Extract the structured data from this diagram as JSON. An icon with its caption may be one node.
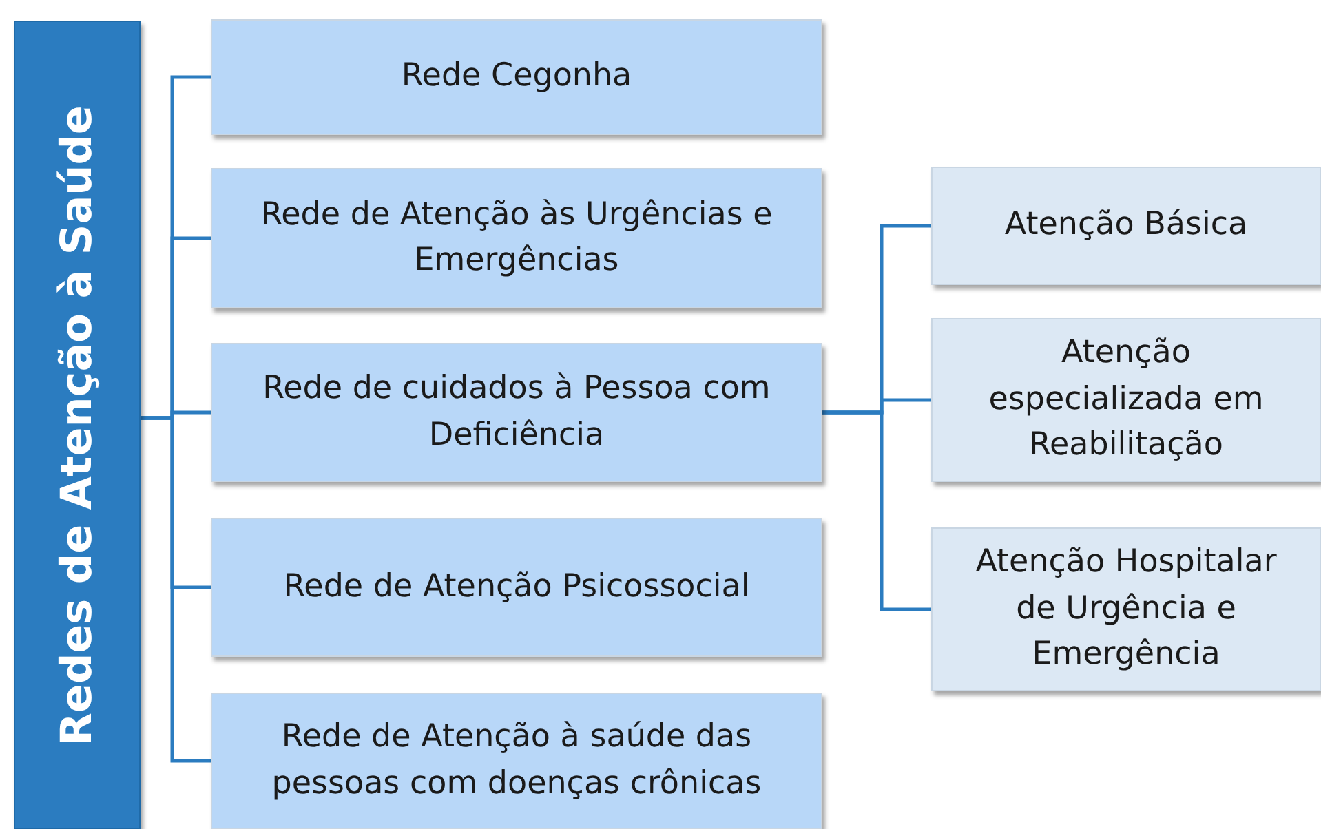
{
  "diagram": {
    "nodes": [
      {
        "text": [
          "Redes de Atenção à Saúde"
        ]
      },
      {
        "text": [
          "Rede Cegonha"
        ]
      },
      {
        "text": [
          "Rede de Atenção às Urgências e Emergências"
        ]
      },
      {
        "text": [
          "Rede de cuidados à Pessoa com Deficiência"
        ]
      },
      {
        "text": [
          "Rede de Atenção Psicossocial"
        ]
      },
      {
        "text": [
          "Rede de Atenção à saúde das pessoas com doenças crônicas"
        ]
      },
      {
        "text": [
          "Atenção Básica"
        ]
      },
      {
        "text": [
          "Atenção especializada em Reabilitação"
        ]
      },
      {
        "text": [
          "Atenção Hospitalar de Urgência e Emergência"
        ]
      }
    ],
    "edges": [
      {
        "from": 0,
        "to": 1,
        "arrow": "none"
      },
      {
        "from": 0,
        "to": 2,
        "arrow": "none"
      },
      {
        "from": 0,
        "to": 3,
        "arrow": "none"
      },
      {
        "from": 0,
        "to": 4,
        "arrow": "none"
      },
      {
        "from": 0,
        "to": 5,
        "arrow": "none"
      },
      {
        "from": 3,
        "to": 6,
        "arrow": "none"
      },
      {
        "from": 3,
        "to": 7,
        "arrow": "none"
      },
      {
        "from": 3,
        "to": 8,
        "arrow": "none"
      }
    ]
  }
}
